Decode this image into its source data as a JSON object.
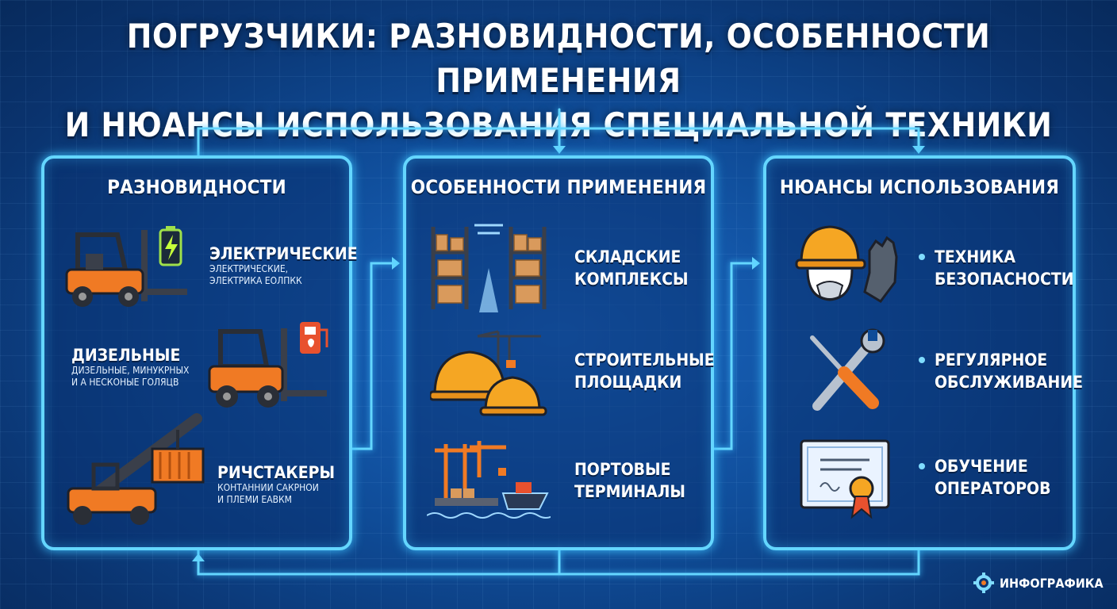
{
  "title": {
    "line1": "ПОГРУЗЧИКИ: РАЗНОВИДНОСТИ, ОСОБЕННОСТИ ПРИМЕНЕНИЯ",
    "line2": "И НЮАНСЫ ИСПОЛЬЗОВАНИЯ СПЕЦИАЛЬНОЙ ТЕХНИКИ"
  },
  "panels": {
    "types": {
      "title": "РАЗНОВИДНОСТИ",
      "items": [
        {
          "name": "ЭЛЕКТРИЧЕСКИЕ",
          "sub1": "ЭЛЕКТРИЧЕСКИЕ,",
          "sub2": "ЭЛЕКТРИКА ЕОЛПКК",
          "icon": "electric-forklift-icon"
        },
        {
          "name": "ДИЗЕЛЬНЫЕ",
          "sub1": "ДИЗЕЛЬНЫЕ, МИНУКРНЫХ",
          "sub2": "И А НЕСКОНЫЕ ГОЛЯЦВ",
          "icon": "diesel-forklift-icon"
        },
        {
          "name": "РИЧСТАКЕРЫ",
          "sub1": "КОНТАННИИ САКРНОИ",
          "sub2": "И ПЛЕМИ ЕАВКМ",
          "icon": "reach-stacker-icon"
        }
      ]
    },
    "applications": {
      "title": "ОСОБЕННОСТИ ПРИМЕНЕНИЯ",
      "items": [
        {
          "line1": "СКЛАДСКИЕ",
          "line2": "КОМПЛЕКСЫ",
          "icon": "warehouse-icon"
        },
        {
          "line1": "СТРОИТЕЛЬНЫЕ",
          "line2": "ПЛОЩАДКИ",
          "icon": "construction-icon"
        },
        {
          "line1": "ПОРТОВЫЕ",
          "line2": "ТЕРМИНАЛЫ",
          "icon": "port-terminal-icon"
        }
      ]
    },
    "nuances": {
      "title": "НЮАНСЫ ИСПОЛЬЗОВАНИЯ",
      "items": [
        {
          "line1": "ТЕХНИКА",
          "line2": "БЕЗОПАСНОСТИ",
          "icon": "safety-helmet-icon"
        },
        {
          "line1": "РЕГУЛЯРНОЕ",
          "line2": "ОБСЛУЖИВАНИЕ",
          "icon": "wrench-screwdriver-icon"
        },
        {
          "line1": "ОБУЧЕНИЕ",
          "line2": "ОПЕРАТОРОВ",
          "icon": "certificate-icon"
        }
      ]
    }
  },
  "brand": {
    "label": "ИНФОГРАФИКА",
    "icon": "gear-icon"
  },
  "colors": {
    "accent": "#64d6ff",
    "orange": "#f07a24",
    "background": "#0f4c98"
  }
}
